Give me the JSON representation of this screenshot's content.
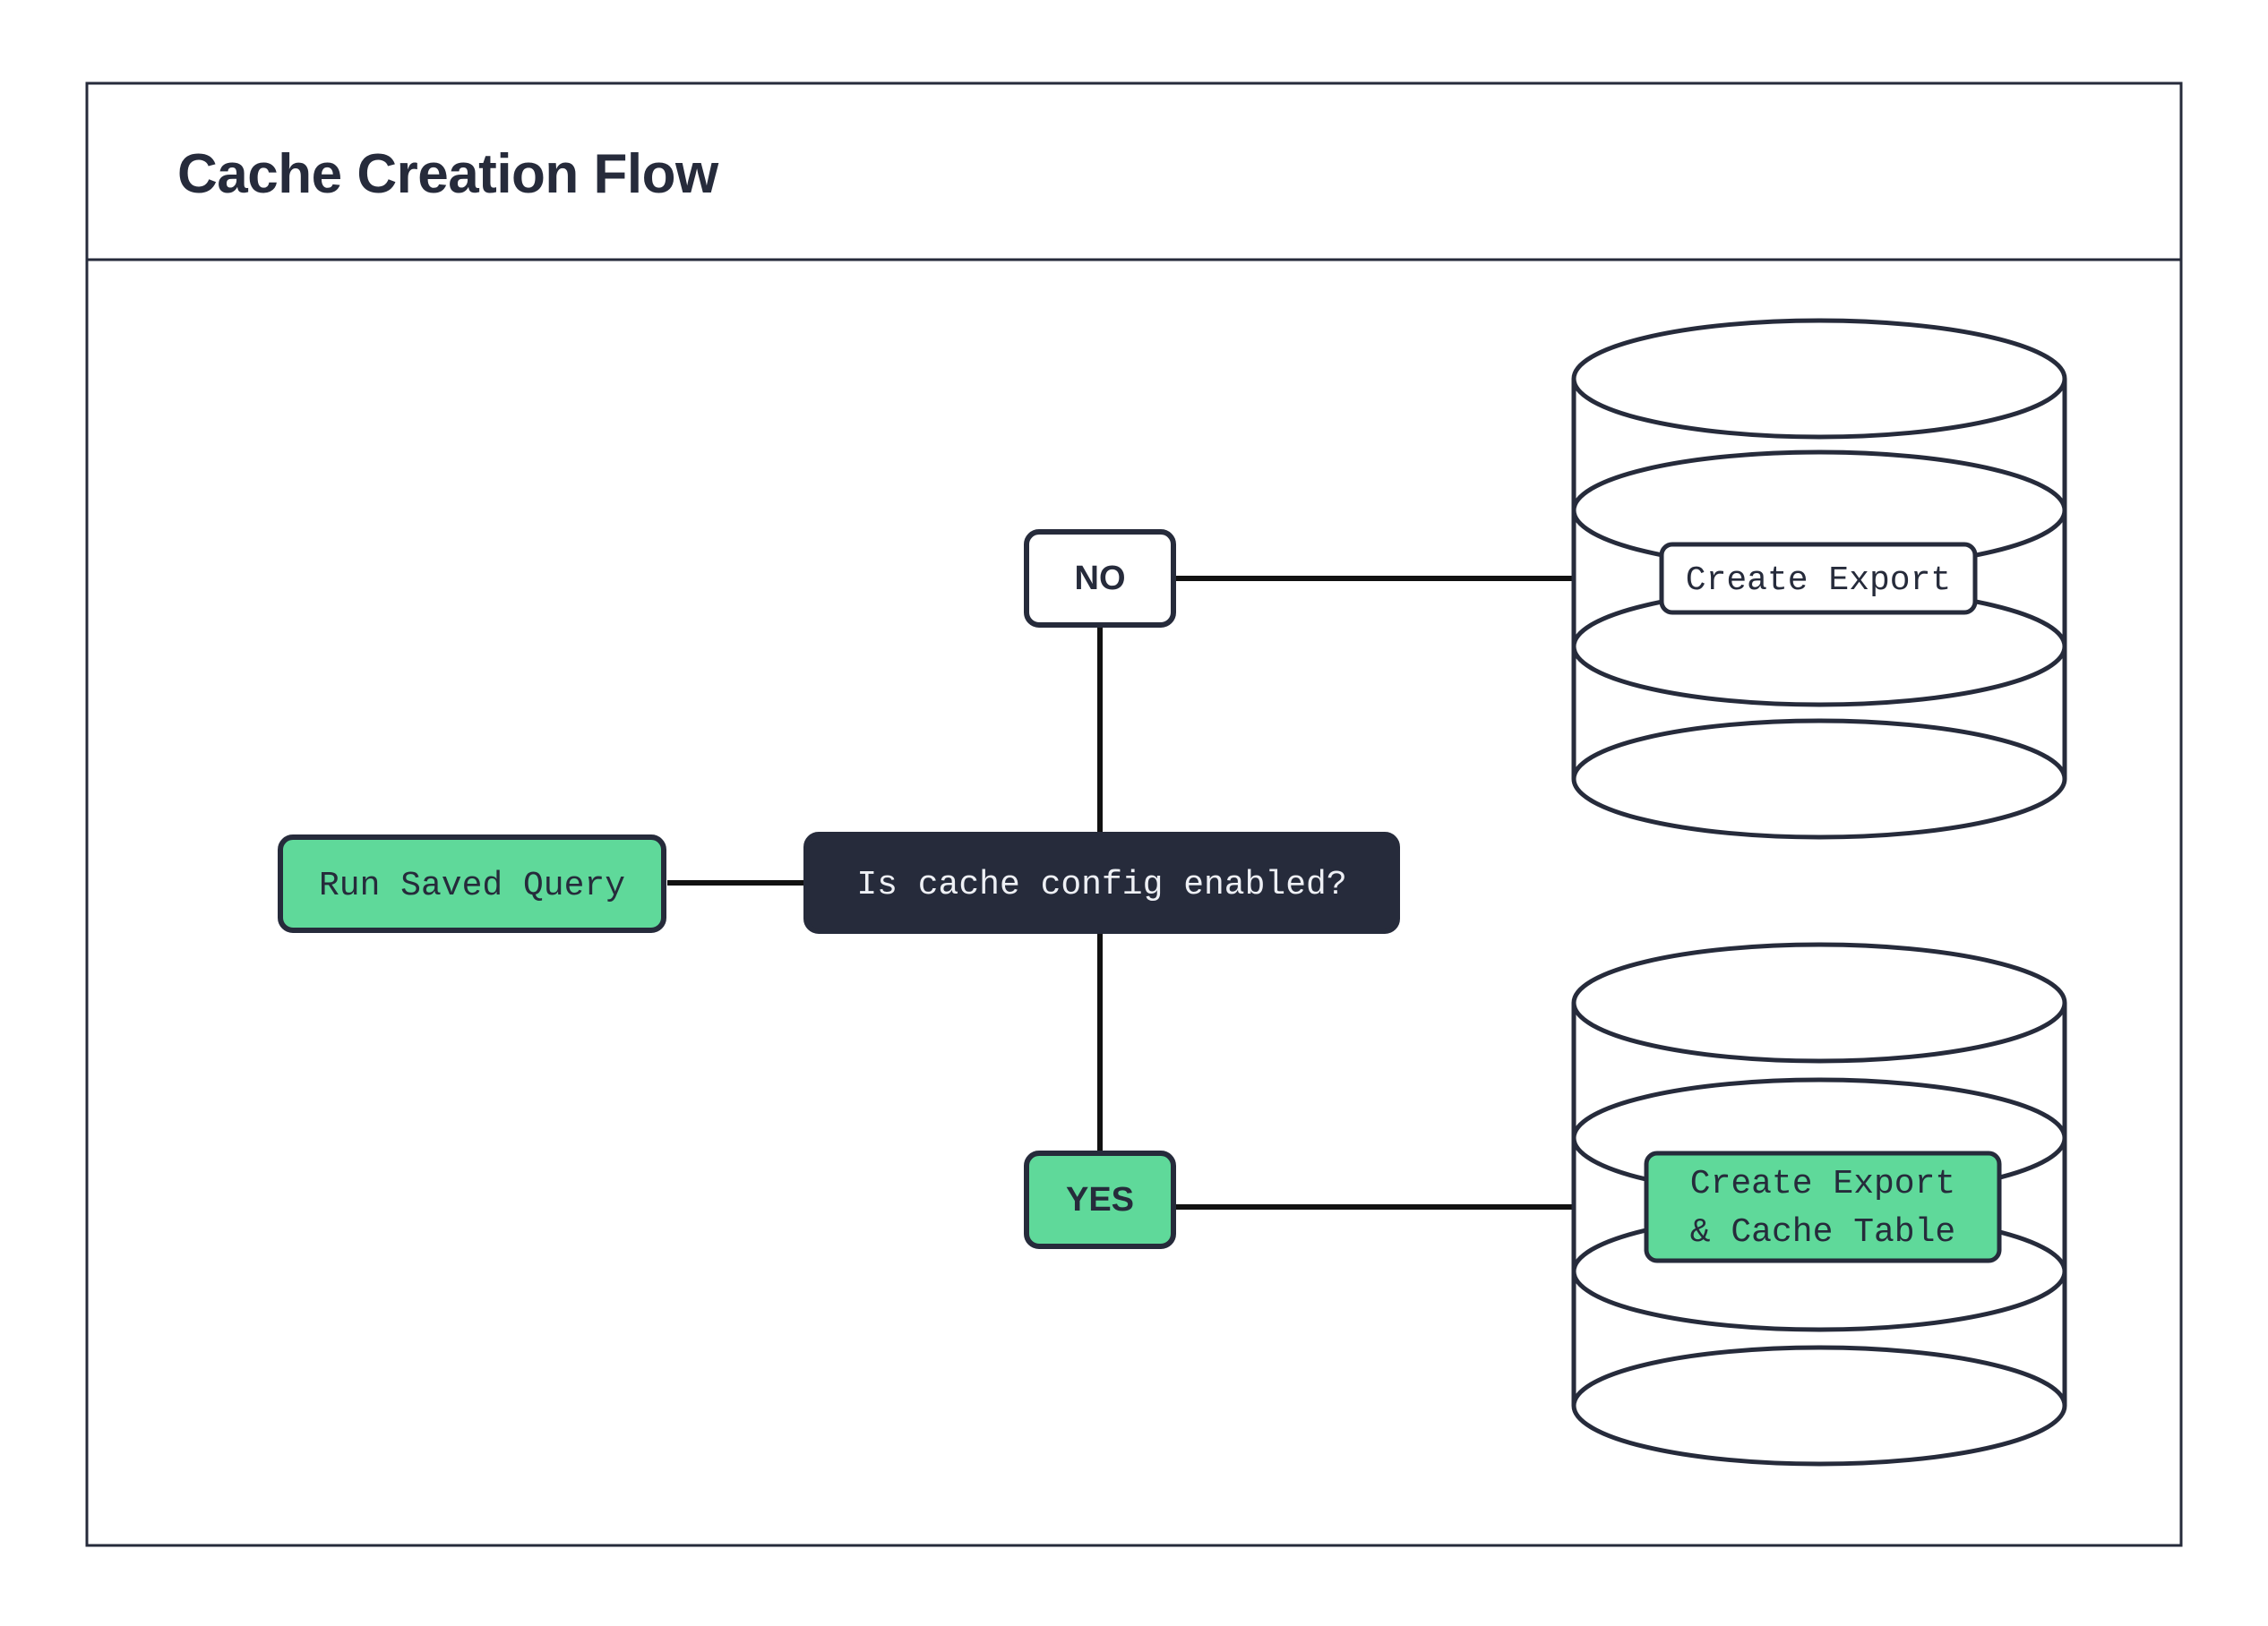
{
  "diagram": {
    "title": "Cache Creation Flow",
    "type": "flowchart",
    "colors": {
      "accent_green": "#5fd99a",
      "dark_navy": "#262b3b",
      "background": "#ffffff",
      "line": "#111111",
      "text_on_dark": "#eef0f5"
    },
    "nodes": {
      "start": {
        "id": "run-saved-query",
        "label": "Run Saved Query",
        "shape": "rounded-rect",
        "fill": "green"
      },
      "decision": {
        "id": "is-cache-config-enabled",
        "label": "Is cache config enabled?",
        "shape": "rounded-rect",
        "fill": "dark"
      },
      "branch_no": {
        "id": "branch-no",
        "label": "NO",
        "shape": "rounded-rect",
        "fill": "white"
      },
      "branch_yes": {
        "id": "branch-yes",
        "label": "YES",
        "shape": "rounded-rect",
        "fill": "green"
      },
      "database_top": {
        "id": "database-create-export",
        "label": "Create Export",
        "shape": "database-cylinder",
        "fill": "white",
        "platters": 4
      },
      "database_bottom": {
        "id": "database-create-export-cache-table",
        "label_line1": "Create Export",
        "label_line2": "& Cache Table",
        "shape": "database-cylinder",
        "fill": "green",
        "platters": 4
      }
    },
    "edges": [
      {
        "from": "run-saved-query",
        "to": "is-cache-config-enabled"
      },
      {
        "from": "is-cache-config-enabled",
        "to": "branch-no"
      },
      {
        "from": "is-cache-config-enabled",
        "to": "branch-yes"
      },
      {
        "from": "branch-no",
        "to": "database-create-export"
      },
      {
        "from": "branch-yes",
        "to": "database-create-export-cache-table"
      }
    ]
  }
}
